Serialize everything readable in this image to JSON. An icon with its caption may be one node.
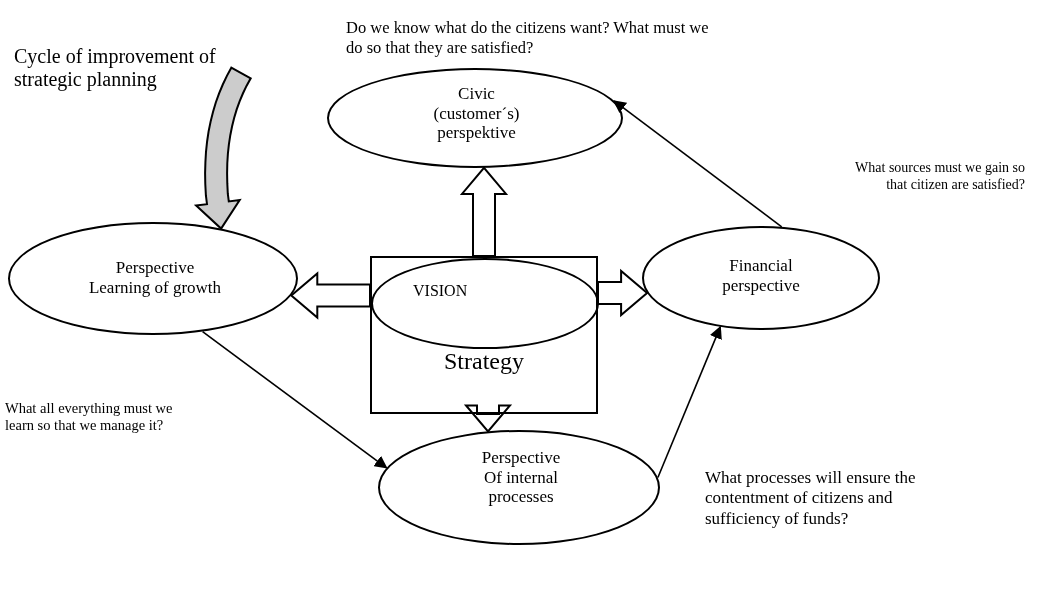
{
  "diagram": {
    "nodes": [
      {
        "text": [
          "Civic (customer´s) perspektive"
        ]
      },
      {
        "text": [
          "Perspective Learning of growth"
        ]
      },
      {
        "text": [
          "Strategy"
        ]
      },
      {
        "text": [
          "VISION"
        ],
        "in": 2
      },
      {
        "text": [
          "Financial perspective"
        ]
      },
      {
        "text": [
          "Perspective Of internal processes"
        ]
      },
      {
        "text": [
          "Cycle of improvement of strategic planning"
        ]
      }
    ],
    "edges": [
      {
        "from": 2,
        "to": 0,
        "arrow": "to",
        "style": "thick"
      },
      {
        "from": 2,
        "to": 1,
        "arrow": "to",
        "style": "thick"
      },
      {
        "from": 2,
        "to": 4,
        "arrow": "to",
        "style": "thick"
      },
      {
        "from": 2,
        "to": 5,
        "arrow": "to",
        "style": "thick"
      },
      {
        "from": 1,
        "to": 5,
        "arrow": "to"
      },
      {
        "from": 5,
        "to": 4,
        "arrow": "to"
      },
      {
        "from": 4,
        "to": 0,
        "arrow": "to"
      },
      {
        "from": 6,
        "to": 1,
        "arrow": "to",
        "style": "thick",
        "color": "#cccccc"
      }
    ],
    "labels": [
      "Do we know what do the citizens want? What must we do  so that they are satisfied?",
      "What sources must we gain so that citizen are satisfied?",
      "What all everything must we learn so that we manage it?",
      "What processes will ensure the contentment of citizens and sufficiency of funds?"
    ]
  }
}
